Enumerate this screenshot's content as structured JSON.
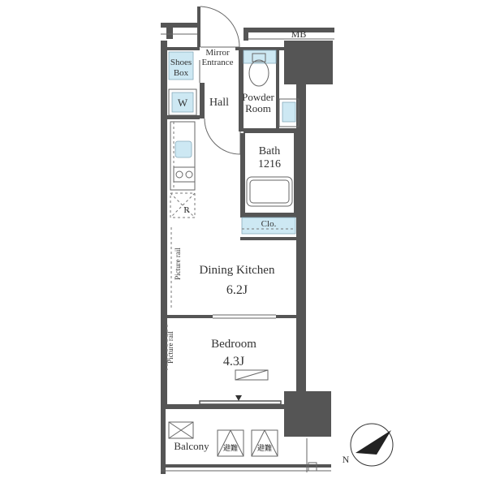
{
  "labels": {
    "mb": "MB",
    "mirror": "Mirror",
    "entrance": "Entrance",
    "shoes_box_line1": "Shoes",
    "shoes_box_line2": "Box",
    "w": "W",
    "hall": "Hall",
    "powder_room_line1": "Powder",
    "powder_room_line2": "Room",
    "bath": "Bath",
    "bath_size": "1216",
    "clo": "Clo.",
    "r": "R",
    "picture_rail_1": "Picture rail",
    "picture_rail_2": "Picture rail",
    "dining_kitchen": "Dining Kitchen",
    "dining_kitchen_size": "6.2J",
    "bedroom": "Bedroom",
    "bedroom_size": "4.3J",
    "balcony": "Balcony",
    "evacuation_hatch_1": "避難",
    "evacuation_hatch_2": "避難",
    "north": "N"
  },
  "colors": {
    "wall": "#555555",
    "fixture_fill": "#cde8f3",
    "background": "#ffffff"
  }
}
